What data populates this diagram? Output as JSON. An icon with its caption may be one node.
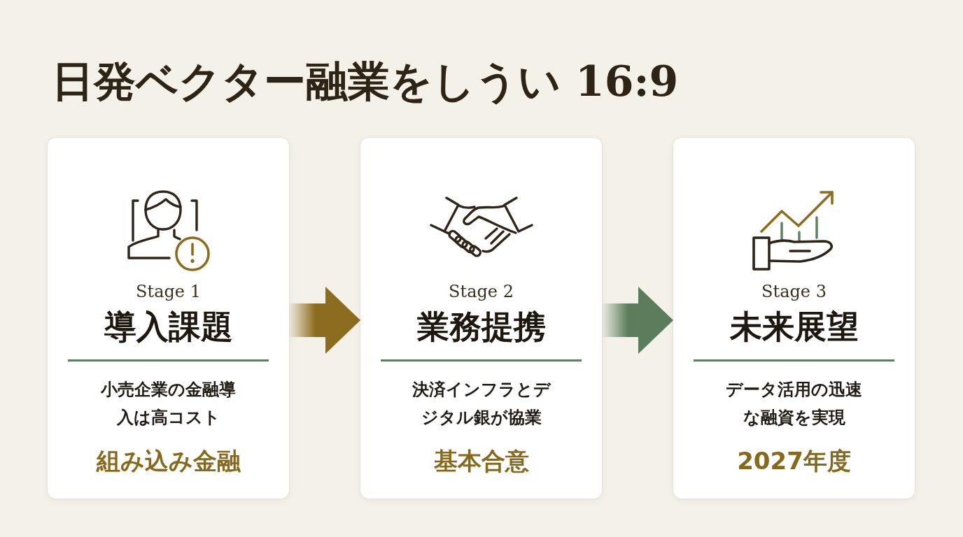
{
  "diagram": {
    "title": "日発ベクター融業をしうい 16:9",
    "nodes": [
      {
        "text": [
          "Stage 1",
          "導入課題",
          "小売企業の金融導入は高コスト",
          "組み込み金融"
        ]
      },
      {
        "text": [
          "Stage 2",
          "業務提携",
          "決済インフラとデジタル銀が協業",
          "基本合意"
        ]
      },
      {
        "text": [
          "Stage 3",
          "未来展望",
          "データ活用の迅速な融資を実現",
          "2027年度"
        ]
      }
    ],
    "edges": [
      {
        "from": 0,
        "to": 1,
        "arrow": "to",
        "color": "#8c6d1f"
      },
      {
        "from": 1,
        "to": 2,
        "arrow": "to",
        "color": "#5b7d5b"
      }
    ]
  }
}
